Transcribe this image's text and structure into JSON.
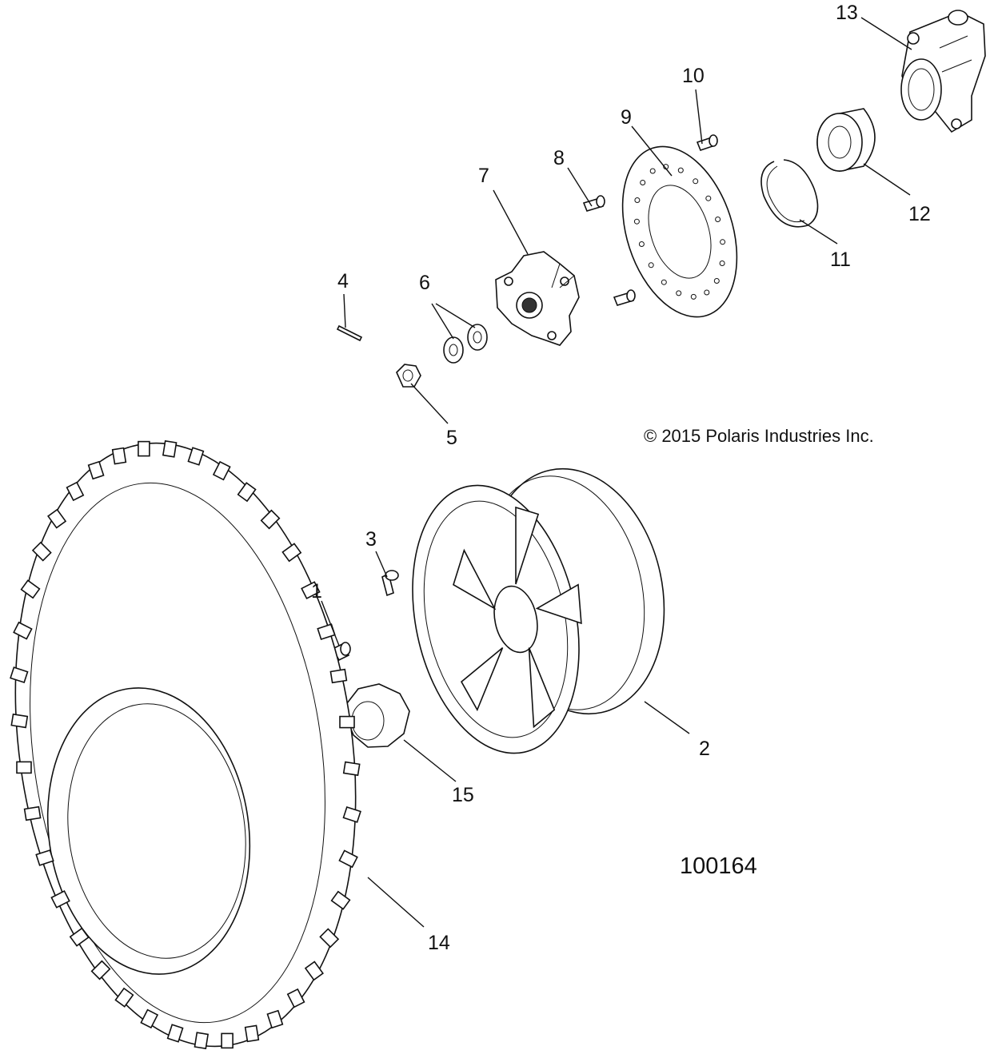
{
  "copyright": "© 2015 Polaris Industries Inc.",
  "figure_number": "100164",
  "callouts": [
    {
      "id": "1",
      "text": "1"
    },
    {
      "id": "2",
      "text": "2"
    },
    {
      "id": "3",
      "text": "3"
    },
    {
      "id": "4",
      "text": "4"
    },
    {
      "id": "5",
      "text": "5"
    },
    {
      "id": "6",
      "text": "6"
    },
    {
      "id": "7",
      "text": "7"
    },
    {
      "id": "8",
      "text": "8"
    },
    {
      "id": "9",
      "text": "9"
    },
    {
      "id": "10",
      "text": "10"
    },
    {
      "id": "11",
      "text": "11"
    },
    {
      "id": "12",
      "text": "12"
    },
    {
      "id": "13",
      "text": "13"
    },
    {
      "id": "14",
      "text": "14"
    },
    {
      "id": "15",
      "text": "15"
    }
  ]
}
